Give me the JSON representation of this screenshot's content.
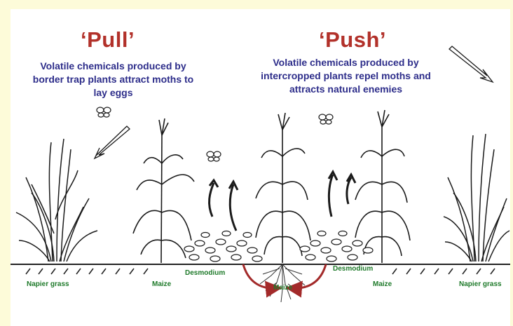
{
  "pull": {
    "title": "‘Pull’",
    "description": "Volatile chemicals produced by border trap plants attract moths to lay eggs"
  },
  "push": {
    "title": "‘Push’",
    "description": "Volatile chemicals produced by intercropped plants repel moths and attracts natural enemies"
  },
  "labels": {
    "napier_left": "Napier grass",
    "maize_left": "Maize",
    "desmodium_left": "Desmodium",
    "maize_center": "Maize",
    "desmodium_right": "Desmodium",
    "maize_right": "Maize",
    "napier_right": "Napier grass"
  },
  "colors": {
    "title": "#b2312a",
    "description": "#2d2d8a",
    "labels": "#1e7a2a",
    "root_arrows": "#a32a2a",
    "background": "#fdfbd9"
  },
  "icons": [
    "moth-icon",
    "arrow-icon",
    "maize-plant",
    "napier-grass",
    "desmodium-plant"
  ]
}
